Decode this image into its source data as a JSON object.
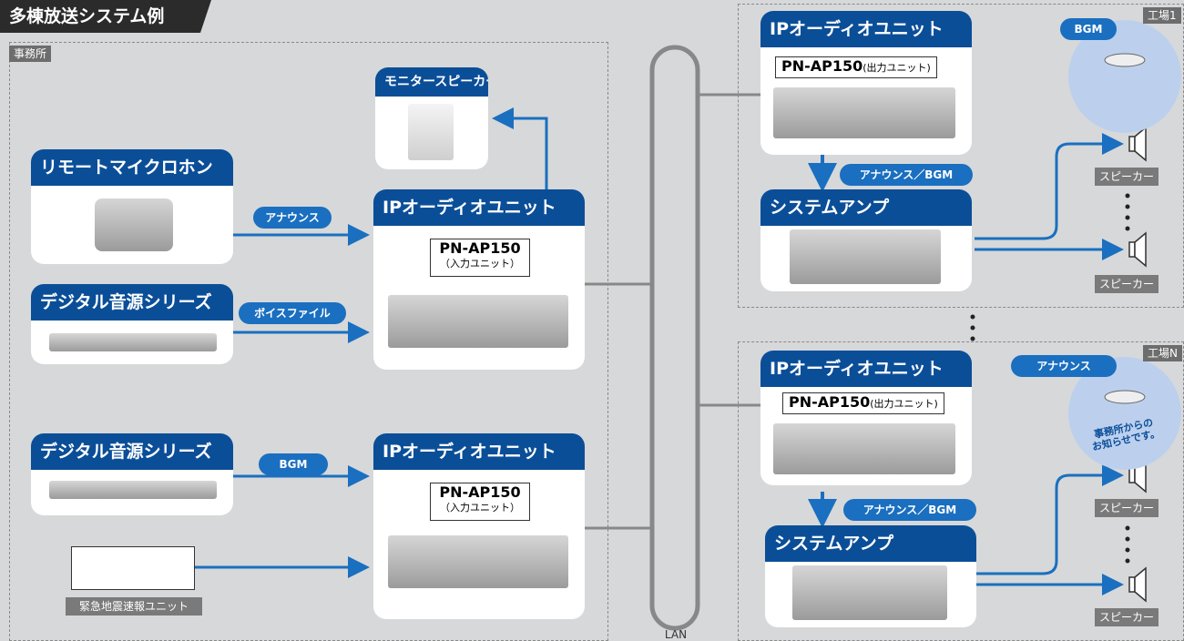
{
  "title": "多棟放送システム例",
  "regions": {
    "office": "事務所",
    "factory1": "工場1",
    "factoryN": "工場N"
  },
  "office": {
    "remote_mic": "リモートマイクロホン",
    "digital_source_1": "デジタル音源シリーズ",
    "digital_source_2": "デジタル音源シリーズ",
    "monitor_speaker": "モニタースピーカー",
    "eew_unit": "緊急地震速報ユニット",
    "flow_announce": "アナウンス",
    "flow_voicefile": "ボイスファイル",
    "flow_bgm": "BGM",
    "ip_unit_1": {
      "title": "IPオーディオユニット",
      "model": "PN-AP150",
      "sub": "（入力ユニット）"
    },
    "ip_unit_2": {
      "title": "IPオーディオユニット",
      "model": "PN-AP150",
      "sub": "（入力ユニット）"
    }
  },
  "lan_label": "LAN",
  "factory1": {
    "ip_unit": {
      "title": "IPオーディオユニット",
      "model": "PN-AP150",
      "sub": "(出力ユニット)"
    },
    "flow": "アナウンス／BGM",
    "amp": "システムアンプ",
    "badge": "BGM",
    "speaker1": "スピーカー",
    "speaker2": "スピーカー"
  },
  "factoryN": {
    "ip_unit": {
      "title": "IPオーディオユニット",
      "model": "PN-AP150",
      "sub": "(出力ユニット)"
    },
    "flow": "アナウンス／BGM",
    "amp": "システムアンプ",
    "badge": "アナウンス",
    "ceiling_text_1": "事務所からの",
    "ceiling_text_2": "お知らせです。",
    "speaker1": "スピーカー",
    "speaker2": "スピーカー"
  },
  "colors": {
    "header_blue": "#0b4e98",
    "flow_blue": "#1a6fc0",
    "line_gray": "#888888",
    "background": "#d7d8d9"
  }
}
